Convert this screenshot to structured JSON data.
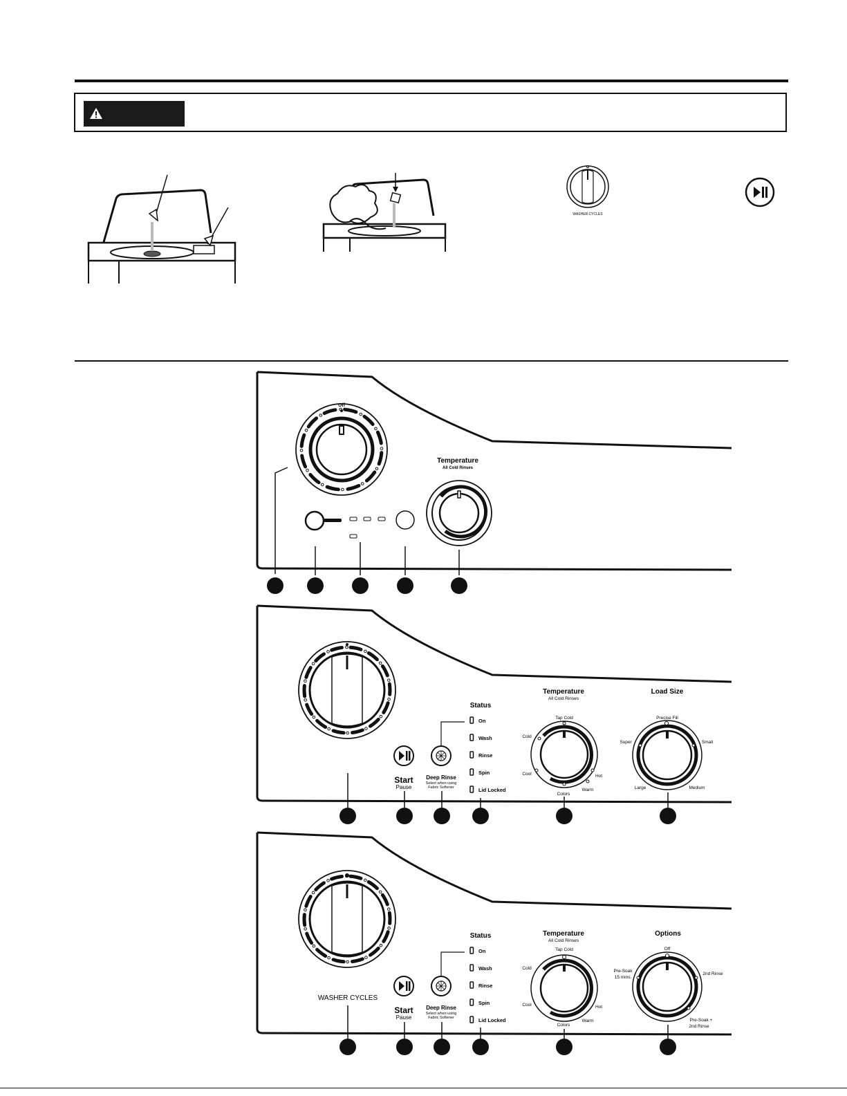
{
  "warning_icon": "warning-triangle-icon",
  "illustrations": {
    "washer_cycles_label": "WASHER CYCLES"
  },
  "panel1": {
    "off_label": "Off",
    "temperature_title": "Temperature",
    "temperature_subtitle": "All Cold Rinses"
  },
  "panel2": {
    "status_title": "Status",
    "status_items": [
      "On",
      "Wash",
      "Rinse",
      "Spin",
      "Lid Locked"
    ],
    "start_label": "Start",
    "pause_label": "Pause",
    "deep_rinse_label": "Deep Rinse",
    "deep_rinse_note_1": "Select when using",
    "deep_rinse_note_2": "Fabric Softener",
    "temperature_title": "Temperature",
    "temperature_subtitle": "All Cold Rinses",
    "temp_positions": [
      "Tap Cold",
      "Cold",
      "Cool",
      "Colors",
      "Warm",
      "Hot"
    ],
    "load_title": "Load Size",
    "load_positions": [
      "Precise Fill",
      "Super",
      "Small",
      "Large",
      "Medium"
    ]
  },
  "panel3": {
    "washer_cycles_label": "WASHER CYCLES",
    "status_title": "Status",
    "status_items": [
      "On",
      "Wash",
      "Rinse",
      "Spin",
      "Lid Locked"
    ],
    "start_label": "Start",
    "pause_label": "Pause",
    "deep_rinse_label": "Deep Rinse",
    "deep_rinse_note_1": "Select when using",
    "deep_rinse_note_2": "Fabric Softener",
    "temperature_title": "Temperature",
    "temperature_subtitle": "All Cold Rinses",
    "temp_positions": [
      "Tap Cold",
      "Cold",
      "Cool",
      "Colors",
      "Warm",
      "Hot"
    ],
    "options_title": "Options",
    "options_positions": [
      "Off",
      "Pre-Soak",
      "15 mins.",
      "2nd Rinse",
      "Pre-Soak +",
      "2nd Rinse"
    ]
  }
}
